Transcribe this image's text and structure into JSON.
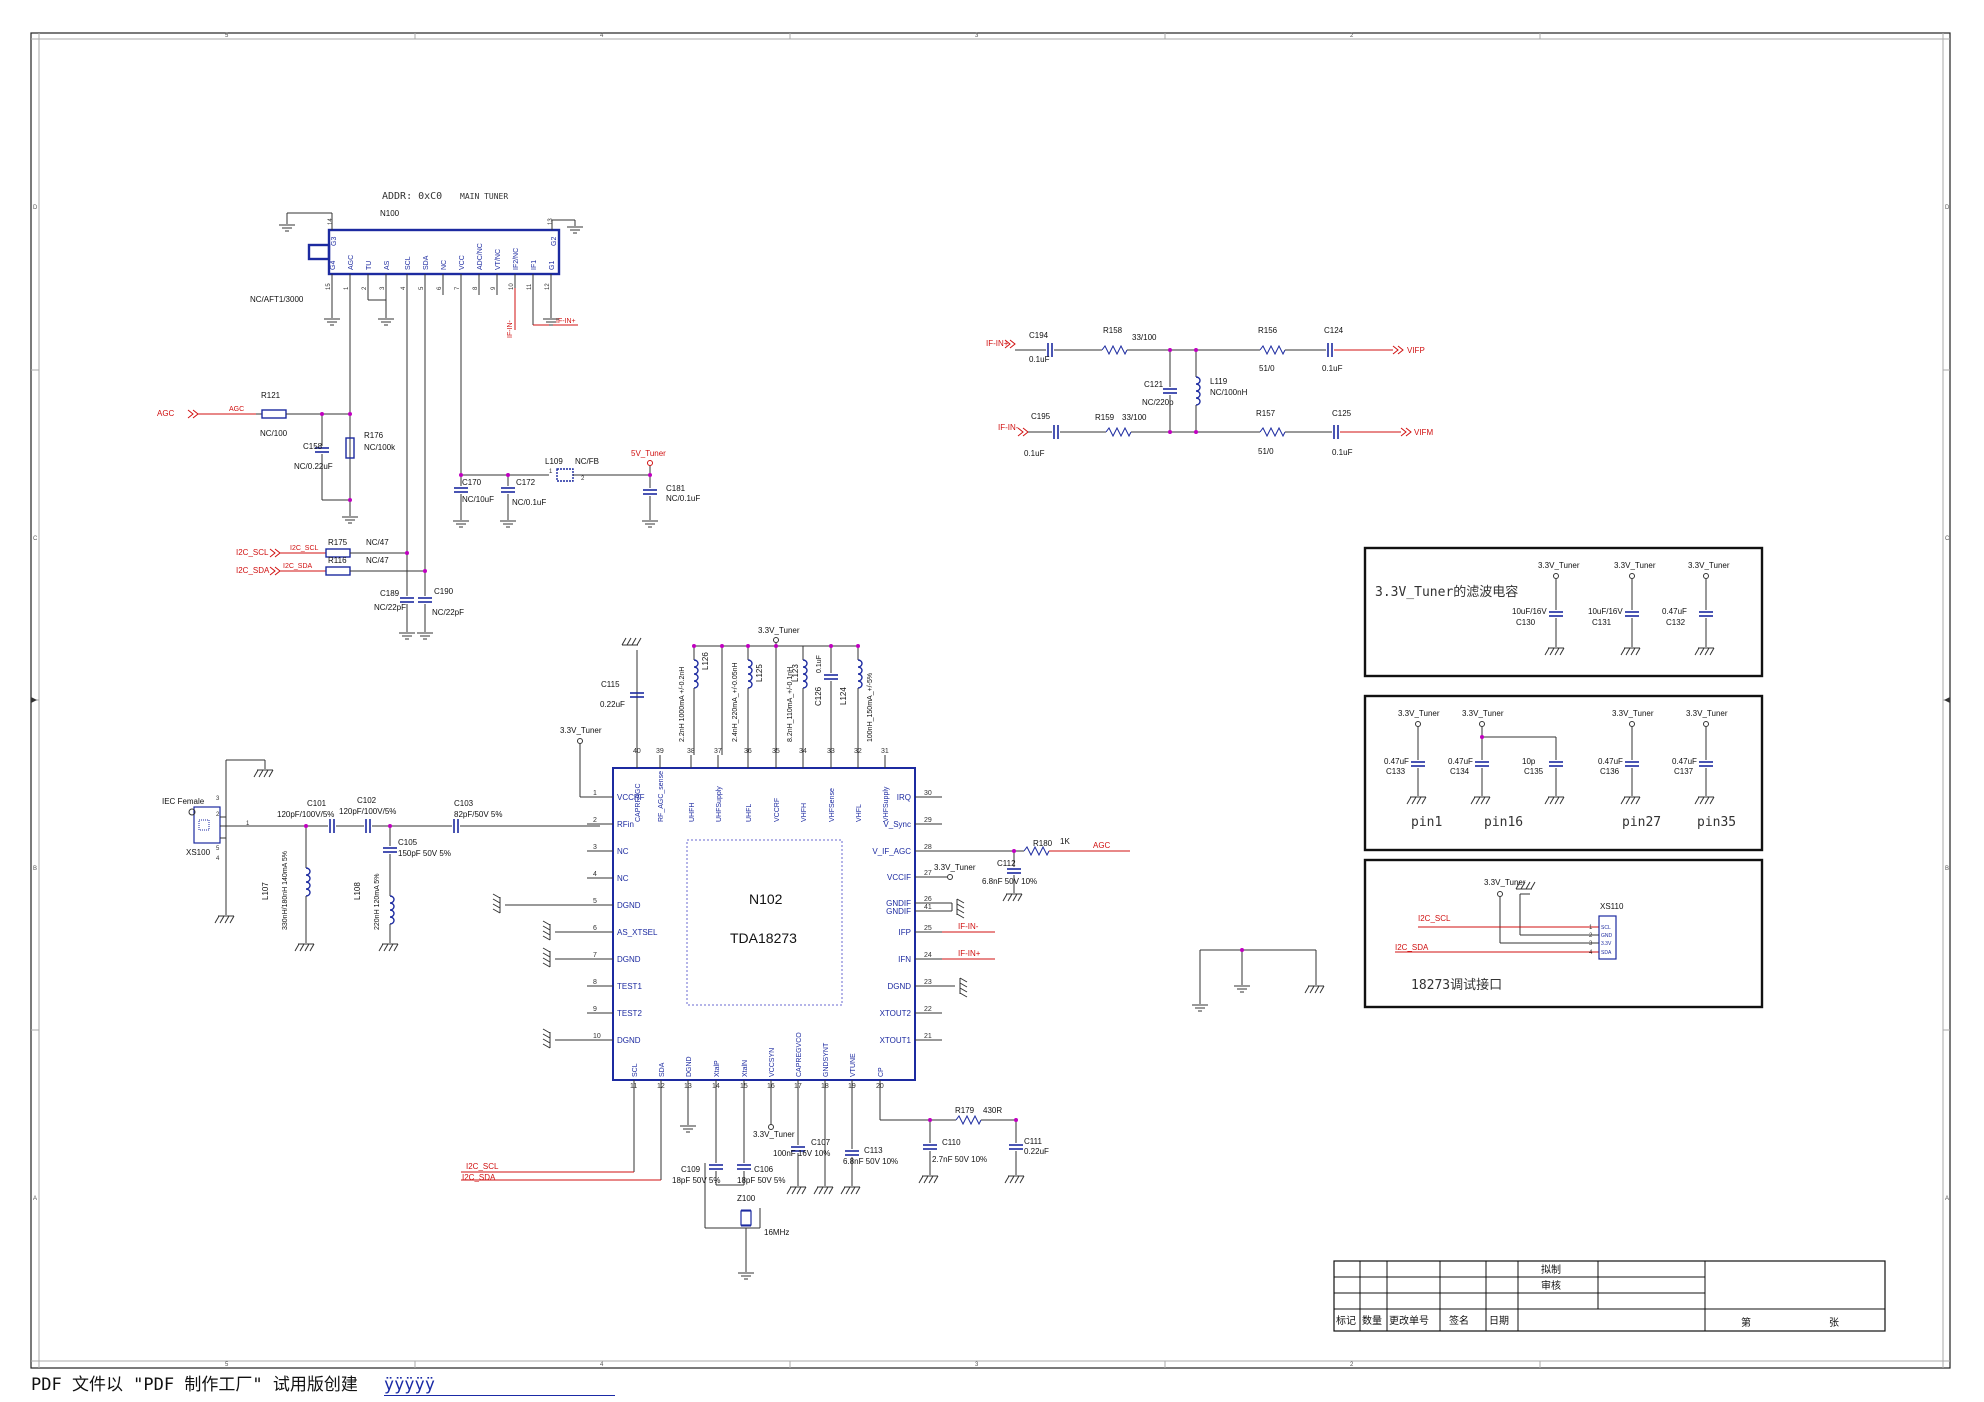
{
  "footer": {
    "text": "PDF 文件以 \"PDF 制作工厂\" 试用版创建",
    "link": "ÿÿÿÿÿ"
  },
  "frame": {
    "col_labels_top": [
      "5",
      "4",
      "3",
      "2"
    ],
    "col_labels_bottom": [
      "5",
      "4",
      "3",
      "2"
    ],
    "row_labels_left": [
      "D",
      "C",
      "B",
      "A"
    ],
    "row_labels_right": [
      "D",
      "C",
      "B",
      "A"
    ]
  },
  "main_tuner": {
    "addr": "ADDR: 0xC0",
    "title": "MAIN TUNER",
    "ref": "N100",
    "pins": [
      "G4",
      "AGC",
      "TU",
      "AS",
      "SCL",
      "SDA",
      "NC",
      "VCC",
      "ADC/NC",
      "VT/NC",
      "IF2/NC",
      "IF1",
      "G1"
    ],
    "pin_numbers": [
      "15",
      "1",
      "2",
      "3",
      "4",
      "5",
      "6",
      "7",
      "8",
      "9",
      "10",
      "11",
      "12"
    ],
    "top_left": {
      "name": "G3",
      "num": "14"
    },
    "top_right": {
      "name": "G2",
      "num": "13"
    },
    "note": "NC/AFT1/3000"
  },
  "agc_section": {
    "in_label": "AGC",
    "net": "AGC",
    "r121": {
      "ref": "R121",
      "val": "NC/100"
    },
    "r176": {
      "ref": "R176",
      "val": "NC/100k"
    },
    "c158": {
      "ref": "C158",
      "val": "NC/0.22uF"
    }
  },
  "i2c_section": {
    "scl_in": "I2C_SCL",
    "scl_net": "I2C_SCL",
    "sda_in": "I2C_SDA",
    "sda_net": "I2C_SDA",
    "r175": {
      "ref": "R175",
      "val": "NC/47"
    },
    "r116": {
      "ref": "R116",
      "val": "NC/47"
    },
    "c189": {
      "ref": "C189",
      "val": "NC/22pF"
    },
    "c190": {
      "ref": "C190",
      "val": "NC/22pF"
    }
  },
  "supply_section": {
    "c170": {
      "ref": "C170",
      "val": "NC/10uF"
    },
    "c172": {
      "ref": "C172",
      "val": "NC/0.1uF"
    },
    "l109": {
      "ref": "L109",
      "val": "NC/FB",
      "p1": "1",
      "p2": "2"
    },
    "c181": {
      "ref": "C181",
      "val": "NC/0.1uF"
    },
    "power": "5V_Tuner"
  },
  "if_nets": {
    "if_in_minus": "IF-IN-",
    "if_in_plus": "IF-IN+"
  },
  "if_filter": {
    "in_plus": "IF-IN+",
    "in_minus": "IF-IN-",
    "out_p": "VIFP",
    "out_m": "VIFM",
    "c194": {
      "ref": "C194",
      "val": "0.1uF"
    },
    "r158": {
      "ref": "R158",
      "val": "33/100"
    },
    "r156": {
      "ref": "R156",
      "val": "51/0"
    },
    "c124": {
      "ref": "C124",
      "val": "0.1uF"
    },
    "c121": {
      "ref": "C121",
      "val": "NC/220p"
    },
    "l119": {
      "ref": "L119",
      "val": "NC/100nH"
    },
    "c195": {
      "ref": "C195",
      "val": "0.1uF"
    },
    "r159": {
      "ref": "R159",
      "val": "33/100"
    },
    "r157": {
      "ref": "R157",
      "val": "51/0"
    },
    "c125": {
      "ref": "C125",
      "val": "0.1uF"
    }
  },
  "filter_box": {
    "title": "3.3V_Tuner的滤波电容",
    "power": "3.3V_Tuner",
    "caps": [
      {
        "val": "10uF/16V",
        "ref": "C130"
      },
      {
        "val": "10uF/16V",
        "ref": "C131"
      },
      {
        "val": "0.47uF",
        "ref": "C132"
      }
    ]
  },
  "decap_box": {
    "power": "3.3V_Tuner",
    "caps": [
      {
        "val": "0.47uF",
        "ref": "C133"
      },
      {
        "val": "0.47uF",
        "ref": "C134"
      },
      {
        "val": "10p",
        "ref": "C135"
      },
      {
        "val": "0.47uF",
        "ref": "C136"
      },
      {
        "val": "0.47uF",
        "ref": "C137"
      }
    ],
    "pins": [
      "pin1",
      "pin16",
      "pin27",
      "pin35"
    ]
  },
  "debug_box": {
    "power": "3.3V_Tuner",
    "ref": "XS110",
    "title": "18273调试接口",
    "scl": "I2C_SCL",
    "sda": "I2C_SDA",
    "pins": [
      "1",
      "2",
      "3",
      "4"
    ],
    "pin_names": [
      "SCL",
      "GND",
      "3.3V",
      "SDA"
    ]
  },
  "tda": {
    "ref": "N102",
    "part": "TDA18273",
    "power": "3.3V_Tuner",
    "top_pins": [
      {
        "n": "40",
        "name": "CAPRFAGC"
      },
      {
        "n": "39",
        "name": "RF_AGC_sense"
      },
      {
        "n": "38",
        "name": "UHFH"
      },
      {
        "n": "37",
        "name": "UHFSupply"
      },
      {
        "n": "36",
        "name": "UHFL"
      },
      {
        "n": "35",
        "name": "VCCRF"
      },
      {
        "n": "34",
        "name": "VHFH"
      },
      {
        "n": "33",
        "name": "VHFSense"
      },
      {
        "n": "32",
        "name": "VHFL"
      },
      {
        "n": "31",
        "name": "VHFSupply"
      }
    ],
    "left_pins": [
      {
        "n": "1",
        "name": "VCCRF"
      },
      {
        "n": "2",
        "name": "RFin"
      },
      {
        "n": "3",
        "name": "NC"
      },
      {
        "n": "4",
        "name": "NC"
      },
      {
        "n": "5",
        "name": "DGND"
      },
      {
        "n": "6",
        "name": "AS_XTSEL"
      },
      {
        "n": "7",
        "name": "DGND"
      },
      {
        "n": "8",
        "name": "TEST1"
      },
      {
        "n": "9",
        "name": "TEST2"
      },
      {
        "n": "10",
        "name": "DGND"
      }
    ],
    "right_pins": [
      {
        "n": "30",
        "name": "IRQ"
      },
      {
        "n": "29",
        "name": "V_Sync"
      },
      {
        "n": "28",
        "name": "V_IF_AGC"
      },
      {
        "n": "27",
        "name": "VCCIF"
      },
      {
        "n": "26",
        "name": "GNDIF"
      },
      {
        "n": "41",
        "name": "GNDIF"
      },
      {
        "n": "25",
        "name": "IFP"
      },
      {
        "n": "24",
        "name": "IFN"
      },
      {
        "n": "23",
        "name": "DGND"
      },
      {
        "n": "22",
        "name": "XTOUT2"
      },
      {
        "n": "21",
        "name": "XTOUT1"
      }
    ],
    "bottom_pins": [
      {
        "n": "11",
        "name": "SCL"
      },
      {
        "n": "12",
        "name": "SDA"
      },
      {
        "n": "13",
        "name": "DGND"
      },
      {
        "n": "14",
        "name": "XtalP"
      },
      {
        "n": "15",
        "name": "XtalN"
      },
      {
        "n": "16",
        "name": "VCCSYN"
      },
      {
        "n": "17",
        "name": "CAPREGVCO"
      },
      {
        "n": "18",
        "name": "GNDSYNT"
      },
      {
        "n": "19",
        "name": "VTUNE"
      },
      {
        "n": "20",
        "name": "CP"
      }
    ]
  },
  "tda_periph": {
    "c115": {
      "ref": "C115",
      "val": "0.22uF"
    },
    "l126": {
      "ref": "L126",
      "val": "2.2nH 1000mA +/-0.2nH"
    },
    "l125": {
      "ref": "L125",
      "val": "2.4nH_220mA_+/-0.05nH"
    },
    "l123": {
      "ref": "L123",
      "val": "8.2nH_110mA_+/-0.1nH"
    },
    "c126": {
      "ref": "C126",
      "val": "0.1uF"
    },
    "l124": {
      "ref": "L124",
      "val": "100nH_150mA_+/-5%"
    },
    "r180": {
      "ref": "R180",
      "val": "1K"
    },
    "agc_out": "AGC",
    "c112": {
      "ref": "C112",
      "val": "6.8nF 50V 10%"
    },
    "if_in_minus": "IF-IN-",
    "if_in_plus": "IF-IN+",
    "r179": {
      "ref": "R179",
      "val": "430R"
    },
    "c110": {
      "ref": "C110",
      "val": "2.7nF 50V 10%"
    },
    "c111": {
      "ref": "C111",
      "val": "0.22uF"
    },
    "c107": {
      "ref": "C107",
      "val": "100nF 16V 10%"
    },
    "c113": {
      "ref": "C113",
      "val": "6.8nF 50V 10%"
    },
    "c109": {
      "ref": "C109",
      "val": "18pF 50V 5%"
    },
    "c106": {
      "ref": "C106",
      "val": "18pF 50V 5%"
    },
    "z100": {
      "ref": "Z100",
      "val": "16MHz"
    },
    "scl": "I2C_SCL",
    "sda": "I2C_SDA"
  },
  "rf_input": {
    "jack": "IEC Female",
    "ref": "XS100",
    "pins": [
      "3",
      "2",
      "1",
      "5",
      "4"
    ],
    "c101": {
      "ref": "C101",
      "val": "120pF/100V/5%"
    },
    "c102": {
      "ref": "C102",
      "val": "120pF/100V/5%"
    },
    "c103": {
      "ref": "C103",
      "val": "82pF/50V 5%"
    },
    "c105": {
      "ref": "C105",
      "val": "150pF 50V 5%"
    },
    "l107": {
      "ref": "L107",
      "val": "330nH/180nH 140mA 5%"
    },
    "l108": {
      "ref": "L108",
      "val": "220nH 120mA 5%"
    }
  },
  "title_block": {
    "row1": "拟制",
    "row2": "审核",
    "headers": [
      "标记",
      "数量",
      "更改单号",
      "签名",
      "日期"
    ],
    "page": "第",
    "sheet": "张"
  }
}
